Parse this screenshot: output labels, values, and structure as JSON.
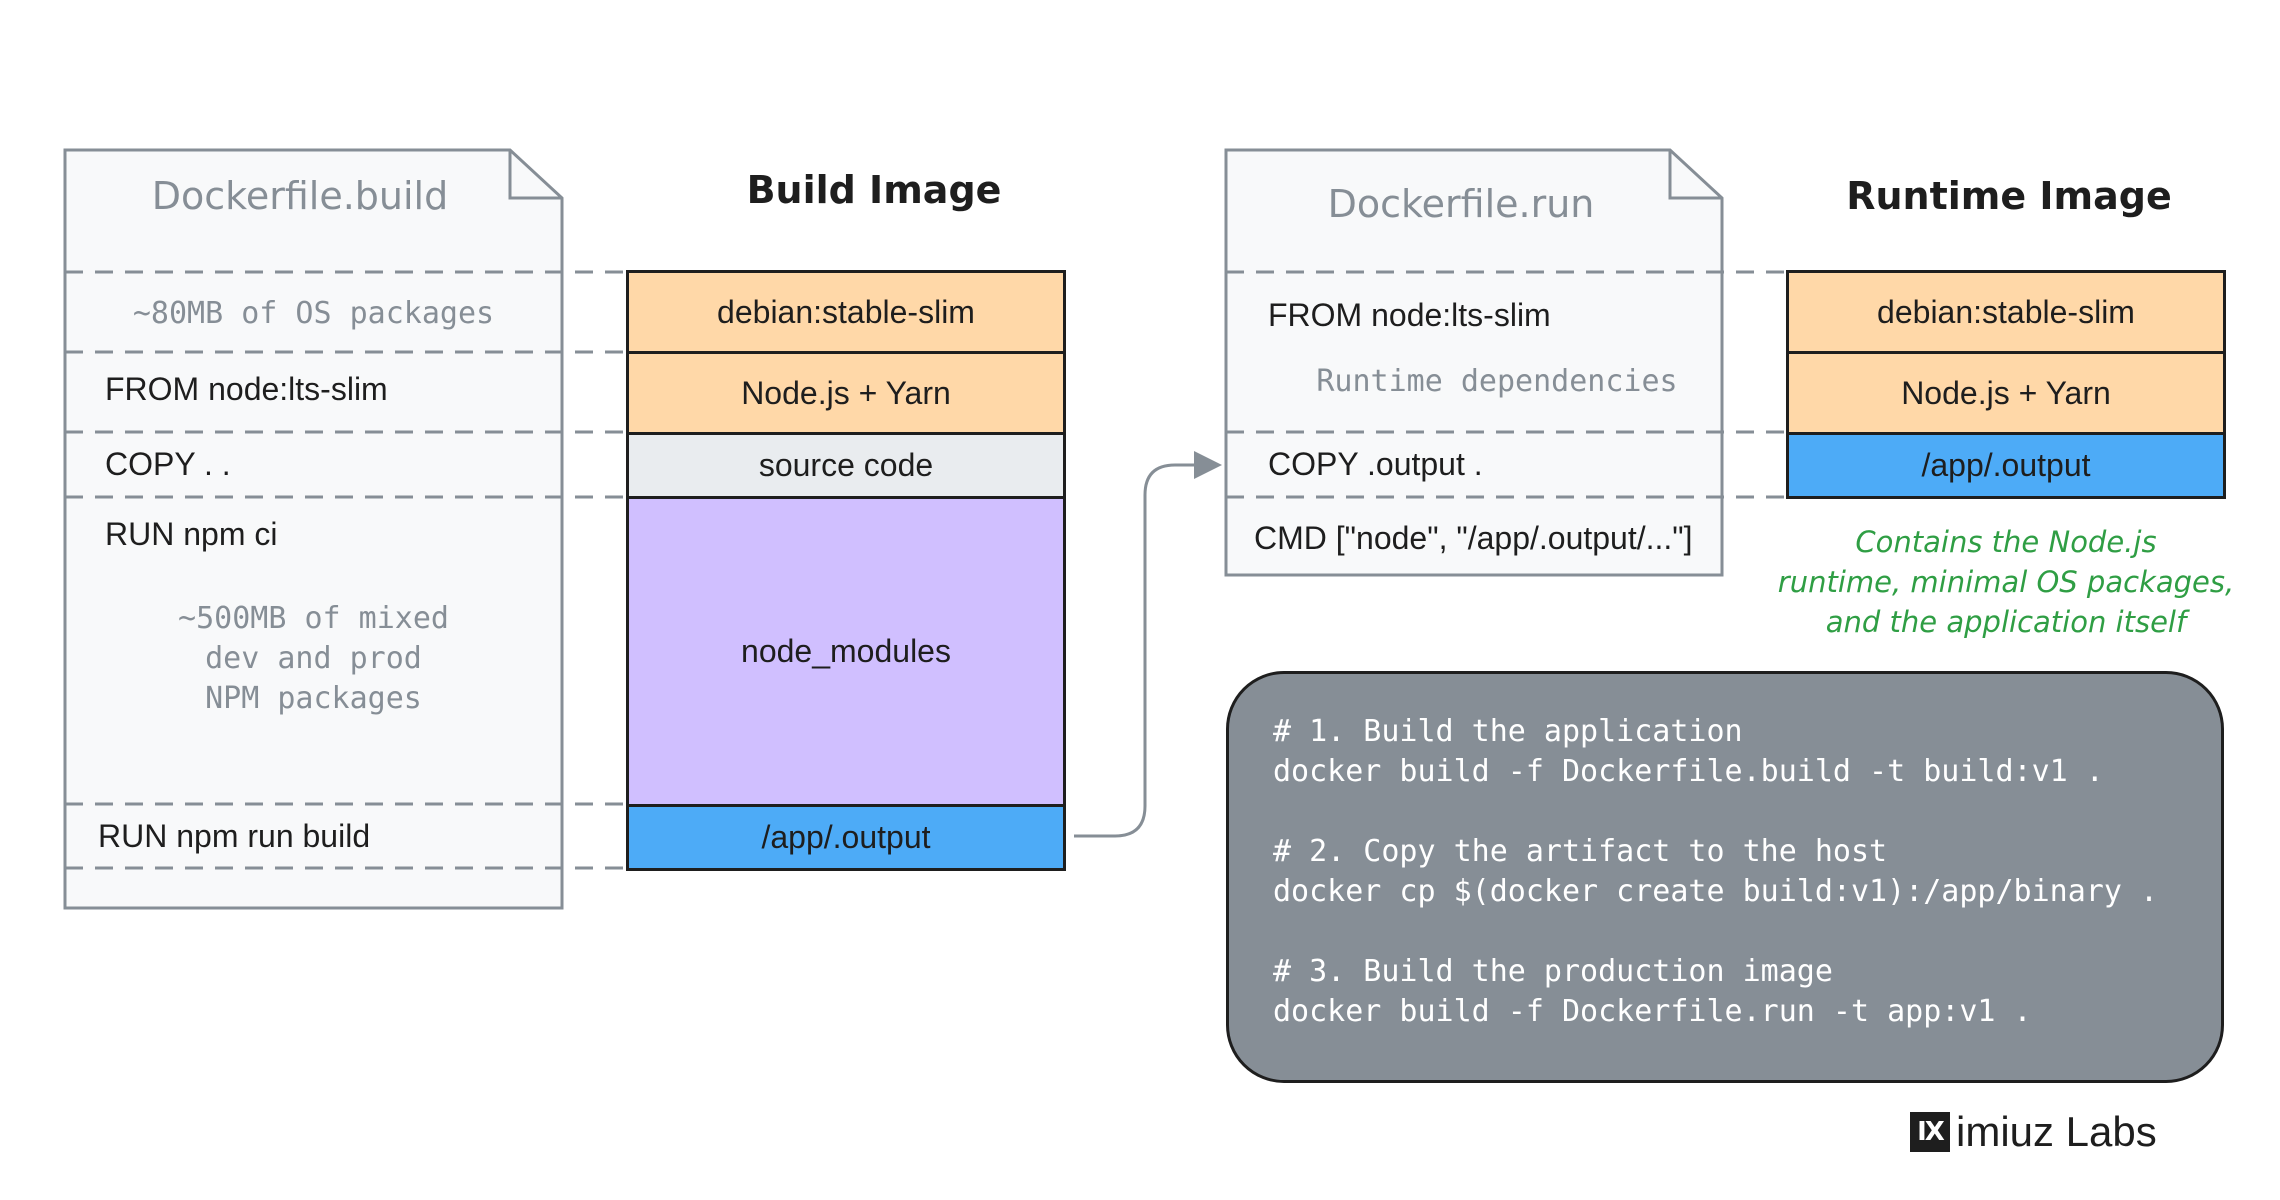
{
  "build_doc": {
    "title": "Dockerfile.build",
    "os_note": "~80MB of OS packages",
    "from_line": "FROM node:lts-slim",
    "copy_line": "COPY  .  .",
    "run_ci_line": "RUN npm ci",
    "npm_note": [
      "~500MB of mixed",
      "dev and prod",
      "NPM packages"
    ],
    "run_build_line": "RUN npm run build"
  },
  "build_image": {
    "title": "Build Image",
    "layers": [
      "debian:stable-slim",
      "Node.js + Yarn",
      "source code",
      "node_modules",
      "/app/.output"
    ]
  },
  "run_doc": {
    "title": "Dockerfile.run",
    "from_line": "FROM node:lts-slim",
    "deps_note": "Runtime dependencies",
    "copy_line": "COPY  .output  .",
    "cmd_line": "CMD [\"node\", \"/app/.output/...\"]"
  },
  "runtime_image": {
    "title": "Runtime Image",
    "layers": [
      "debian:stable-slim",
      "Node.js + Yarn",
      "/app/.output"
    ],
    "note": [
      "Contains the Node.js",
      "runtime, minimal OS packages,",
      "and the application itself"
    ]
  },
  "commands": [
    "# 1. Build the application",
    "docker build -f Dockerfile.build -t build:v1 .",
    "",
    "# 2. Copy the artifact to the host",
    "docker cp $(docker create build:v1):/app/binary .",
    "",
    "# 3. Build the production image",
    "docker build -f Dockerfile.run -t app:v1 ."
  ],
  "brand": {
    "mark": "IX",
    "name": "imiuz Labs"
  },
  "colors": {
    "os_layer": "#ffd8a8",
    "source_layer": "#e9ecef",
    "modules_layer": "#d0bfff",
    "output_layer": "#4dabf7",
    "code_bg": "#868e96",
    "note_green": "#2f9e44"
  }
}
